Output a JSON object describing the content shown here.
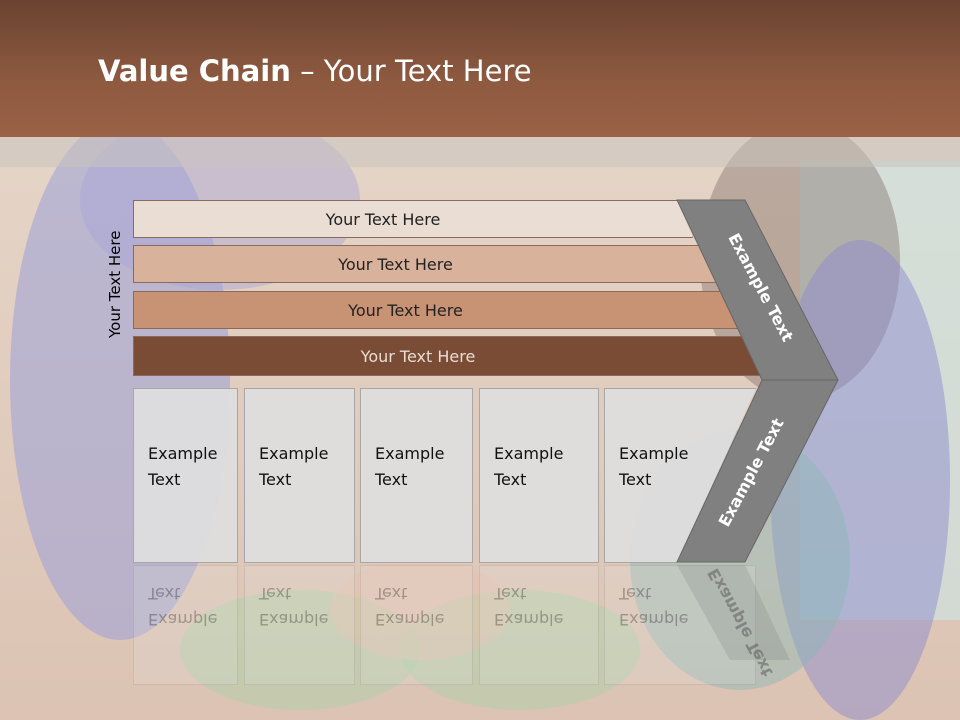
{
  "title": {
    "bold": "Value Chain",
    "rest": " – Your Text Here"
  },
  "side_label": "Your Text Here",
  "bars": [
    {
      "label": "Your Text Here",
      "color": "#eaddd3"
    },
    {
      "label": "Your Text Here",
      "color": "#d9b29c"
    },
    {
      "label": "Your Text Here",
      "color": "#c89274"
    },
    {
      "label": "Your Text Here",
      "color": "#7a4c35"
    }
  ],
  "boxes": [
    {
      "line1": "Example",
      "line2": "Text"
    },
    {
      "line1": "Example",
      "line2": "Text"
    },
    {
      "line1": "Example",
      "line2": "Text"
    },
    {
      "line1": "Example",
      "line2": "Text"
    },
    {
      "line1": "Example",
      "line2": "Text"
    }
  ],
  "arrow": {
    "upper": "Example Text",
    "lower": "Example Text",
    "color": "#808080"
  },
  "colors": {
    "header": "#8e5a40"
  }
}
